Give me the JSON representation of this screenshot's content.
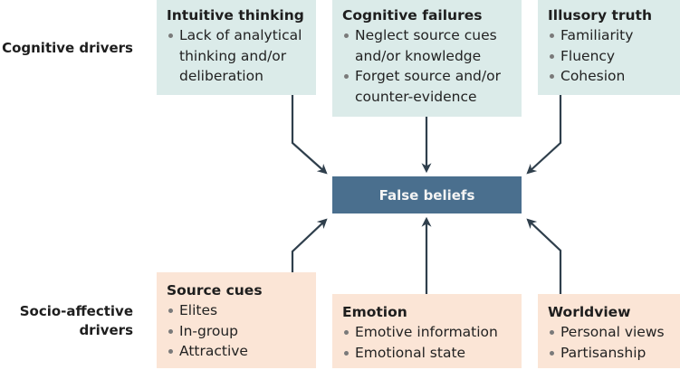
{
  "diagram": {
    "row_labels": {
      "cognitive": "Cognitive drivers",
      "socio_affective_line1": "Socio-affective",
      "socio_affective_line2": "drivers"
    },
    "center": {
      "label": "False beliefs",
      "color": "#4a6f8e"
    },
    "cognitive_boxes": [
      {
        "title": "Intuitive thinking",
        "items": [
          "Lack of analytical",
          "thinking and/or",
          "deliberation"
        ]
      },
      {
        "title": "Cognitive failures",
        "items": [
          "Neglect source cues",
          "and/or knowledge",
          "Forget source and/or",
          "counter-evidence"
        ]
      },
      {
        "title": "Illusory truth",
        "items": [
          "Familiarity",
          "Fluency",
          "Cohesion"
        ]
      }
    ],
    "socio_boxes": [
      {
        "title": "Source cues",
        "items": [
          "Elites",
          "In-group",
          "Attractive"
        ]
      },
      {
        "title": "Emotion",
        "items": [
          "Emotive information",
          "Emotional state"
        ]
      },
      {
        "title": "Worldview",
        "items": [
          "Personal views",
          "Partisanship"
        ]
      }
    ],
    "colors": {
      "cognitive_fill": "#dbebe9",
      "socio_fill": "#fbe5d6",
      "arrow": "#2f3f4c"
    }
  }
}
